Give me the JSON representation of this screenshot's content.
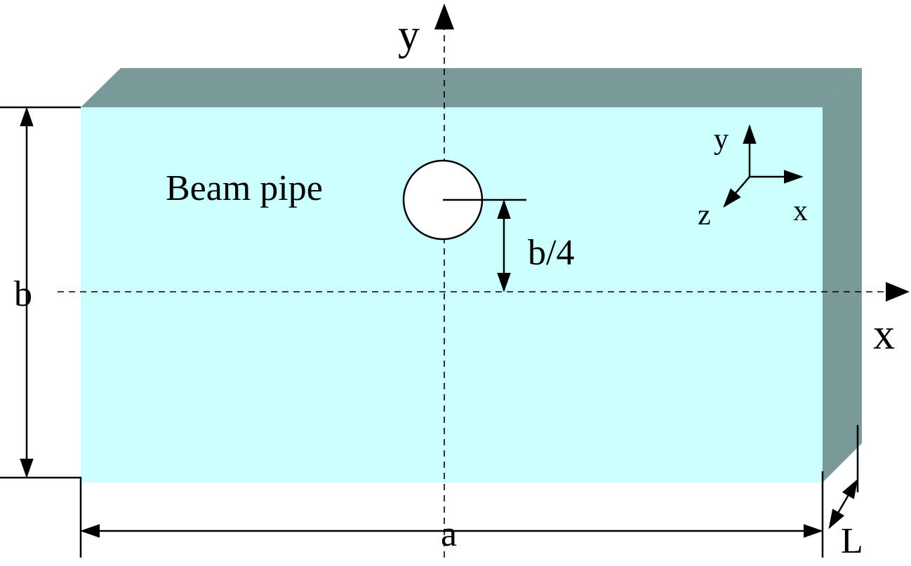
{
  "labels": {
    "beam_pipe": "Beam pipe",
    "offset": "b/4",
    "height": "b",
    "width": "a",
    "thickness": "L",
    "main_y_axis": "y",
    "main_x_axis": "x",
    "triad_x": "x",
    "triad_y": "y",
    "triad_z": "z"
  },
  "colors": {
    "front_face": "#ccffff",
    "side_faces": "#7a9999",
    "pipe_fill": "#ffffff",
    "ink": "#000000"
  },
  "icons": {
    "axis_triad": "xyz-axis-triad-icon",
    "dimension_arrows": "double-headed-arrow-icon"
  }
}
